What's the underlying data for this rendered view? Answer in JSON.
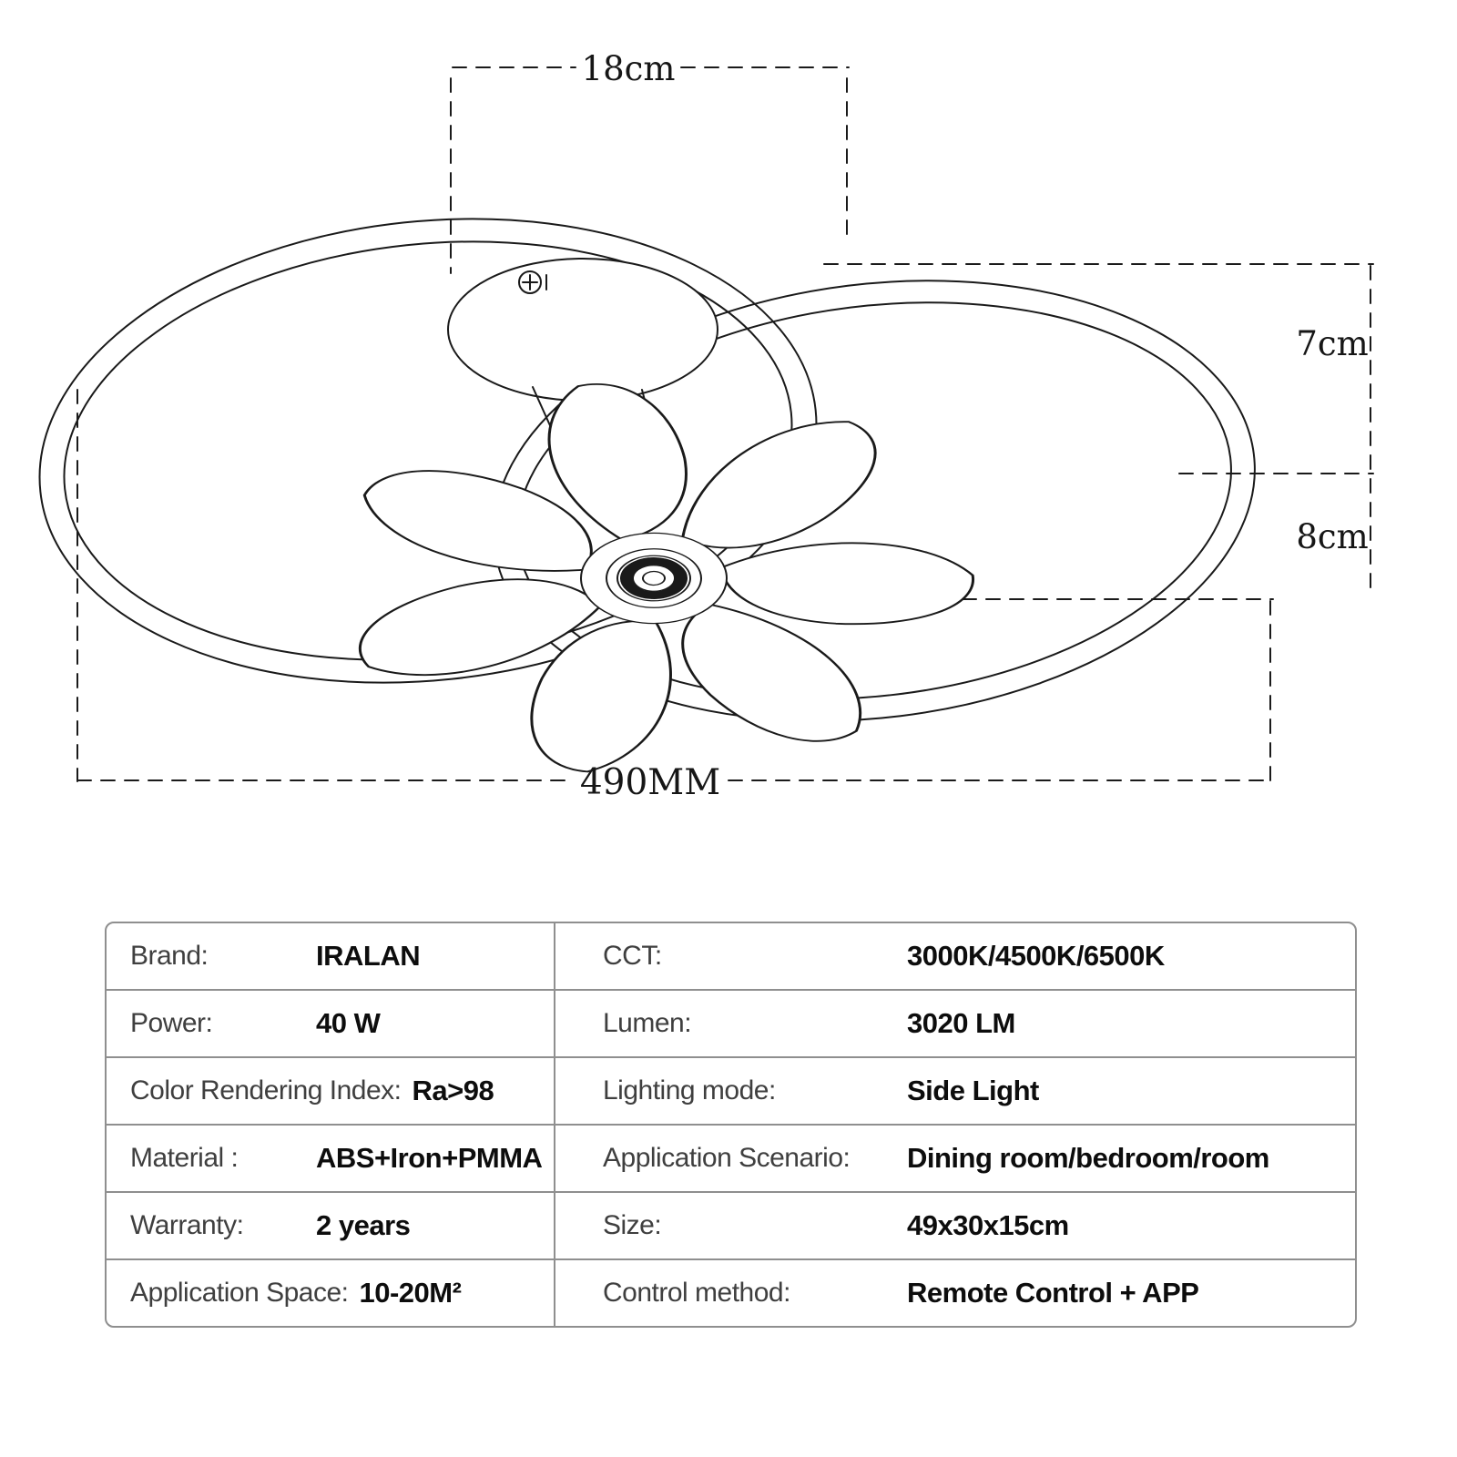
{
  "diagram": {
    "dimensions": {
      "top_width": "18cm",
      "ring_height": "7cm",
      "body_height": "8cm",
      "total_width": "490MM"
    }
  },
  "spec_table": {
    "rows": [
      {
        "left": {
          "label": "Brand:",
          "value": "IRALAN"
        },
        "right": {
          "label": "CCT:",
          "value": "3000K/4500K/6500K"
        }
      },
      {
        "left": {
          "label": "Power:",
          "value": "40 W"
        },
        "right": {
          "label": "Lumen:",
          "value": "3020 LM"
        }
      },
      {
        "left": {
          "label": "Color Rendering Index:",
          "value": "Ra>98"
        },
        "right": {
          "label": "Lighting mode:",
          "value": "Side Light"
        }
      },
      {
        "left": {
          "label": "Material :",
          "value": "ABS+Iron+PMMA"
        },
        "right": {
          "label": "Application Scenario:",
          "value": "Dining room/bedroom/room"
        }
      },
      {
        "left": {
          "label": "Warranty:",
          "value": "2 years"
        },
        "right": {
          "label": "Size:",
          "value": "49x30x15cm"
        }
      },
      {
        "left": {
          "label": "Application Space:",
          "value": "10-20M²"
        },
        "right": {
          "label": "Control method:",
          "value": "Remote Control + APP"
        }
      }
    ]
  }
}
